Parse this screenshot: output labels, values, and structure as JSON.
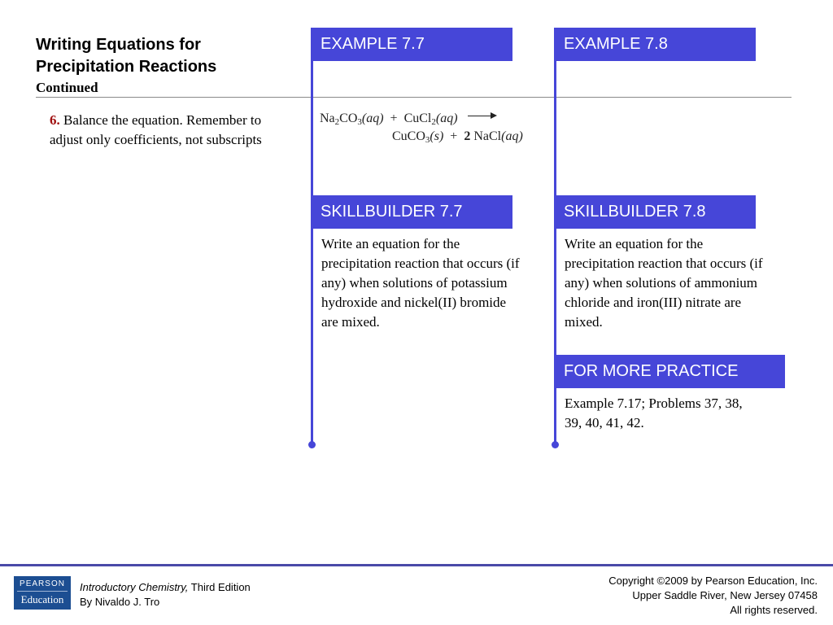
{
  "title": {
    "line1": "Writing Equations for",
    "line2": "Precipitation Reactions",
    "subtitle": "Continued"
  },
  "step": {
    "number": "6.",
    "text": "Balance the equation. Remember to adjust only coefficients, not subscripts"
  },
  "example_77": {
    "header": "EXAMPLE 7.7",
    "equation": {
      "r1": "Na",
      "r1_sub1": "2",
      "r1_b": "CO",
      "r1_sub2": "3",
      "r1_state": "(aq)",
      "plus1": "+",
      "r2": "CuCl",
      "r2_sub": "2",
      "r2_state": "(aq)",
      "p1": "CuCO",
      "p1_sub": "3",
      "p1_state": "(s)",
      "plus2": "+",
      "p2_coef": "2",
      "p2": "NaCl",
      "p2_state": "(aq)"
    }
  },
  "example_78": {
    "header": "EXAMPLE 7.8"
  },
  "skillbuilder_77": {
    "header": "SKILLBUILDER 7.7",
    "text": "Write an equation for the precipitation reaction that occurs (if any) when solutions of potassium hydroxide and nickel(II) bromide are mixed."
  },
  "skillbuilder_78": {
    "header": "SKILLBUILDER 7.8",
    "text": "Write an equation for the precipitation reaction that occurs (if any) when solutions of ammonium chloride and iron(III) nitrate are mixed."
  },
  "for_more_practice": {
    "header": "FOR MORE PRACTICE",
    "text": "Example 7.17; Problems 37, 38, 39, 40, 41, 42."
  },
  "footer": {
    "logo_top": "PEARSON",
    "logo_bottom": "Education",
    "book_title": "Introductory Chemistry,",
    "edition": " Third Edition",
    "author": "By Nivaldo J. Tro",
    "copyright": "Copyright ©2009 by Pearson Education, Inc.",
    "address": "Upper Saddle River, New Jersey 07458",
    "rights": "All rights reserved."
  },
  "colors": {
    "accent": "#4646d8",
    "step_number": "#a01010",
    "logo_bg": "#1c4e92",
    "footer_rule": "#4a4aa8"
  }
}
